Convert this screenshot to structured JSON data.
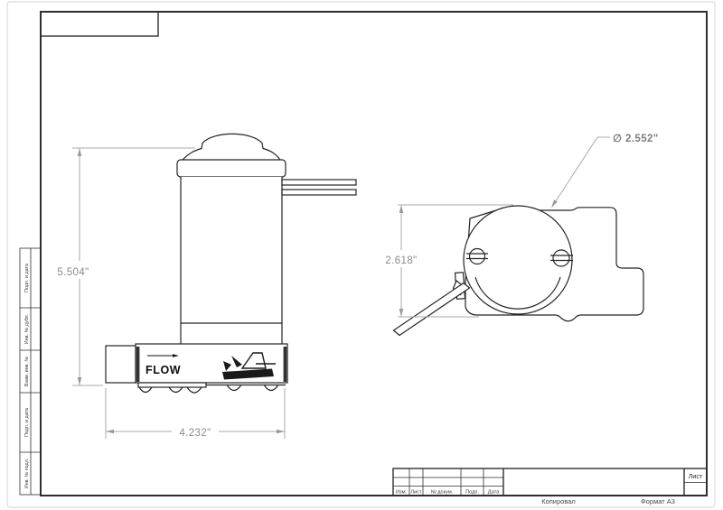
{
  "drawing": {
    "front_view": {
      "flow_label": "FLOW",
      "height_dim": "5.504\"",
      "width_dim": "4.232\""
    },
    "side_view": {
      "height_dim": "2.618\"",
      "diameter_dim": "∅ 2.552\""
    }
  },
  "margin_boxes": [
    {
      "label": "Подп. и дата"
    },
    {
      "label": "Инв. № дубл."
    },
    {
      "label": "Взам. инв. №"
    },
    {
      "label": "Подп. и дата"
    },
    {
      "label": "Инв. № подл."
    }
  ],
  "title_block": {
    "columns": [
      "Изм.",
      "Лист",
      "№ докум.",
      "Подп.",
      "Дата"
    ],
    "sheet_label": "Лист",
    "footer_left": "Копировал",
    "footer_right": "Формат А3"
  }
}
